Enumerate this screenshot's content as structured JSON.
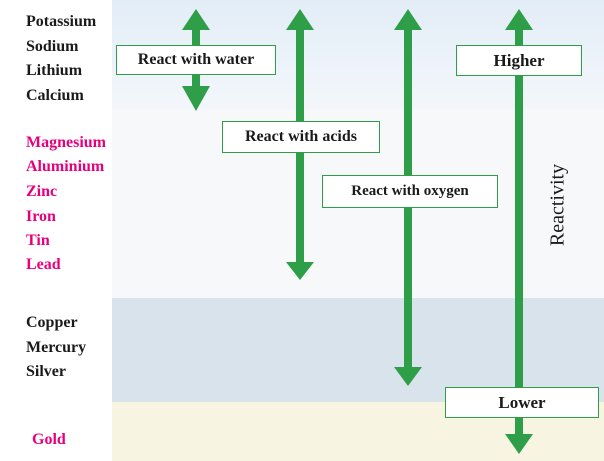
{
  "metals": {
    "black_group_1": [
      "Potassium",
      "Sodium",
      "Lithium",
      "Calcium"
    ],
    "pink_group": [
      "Magnesium",
      "Aluminium",
      "Zinc",
      "Iron",
      "Tin",
      "Lead"
    ],
    "black_group_2": [
      "Copper",
      "Mercury",
      "Silver"
    ],
    "bottom": [
      "Gold"
    ]
  },
  "labels": {
    "water": "React with water",
    "acids": "React with acids",
    "oxygen": "React with oxygen",
    "higher": "Higher",
    "lower": "Lower",
    "reactivity": "Reactivity"
  },
  "colors": {
    "arrow": "#2e9e48",
    "pink_text": "#e6007e"
  }
}
